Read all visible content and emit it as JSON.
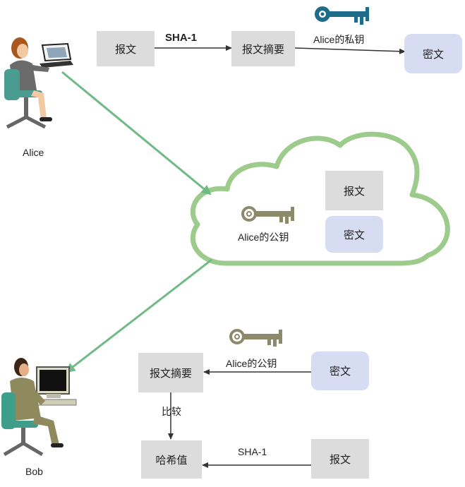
{
  "colors": {
    "accent_green": "#6fba86",
    "cloud_green": "#9ccb8c",
    "box_gray": "#dcdcdc",
    "box_blue": "#d6dcf2",
    "private_key": "#1f6b8a",
    "public_key": "#8c8a6a"
  },
  "people": {
    "alice": {
      "name": "Alice",
      "icon": "person-at-laptop-icon"
    },
    "bob": {
      "name": "Bob",
      "icon": "person-at-computer-icon"
    }
  },
  "sign": {
    "message": "报文",
    "algorithm": "SHA-1",
    "digest": "报文摘要",
    "key_label": "Alice的私钥",
    "key_icon": "private-key-icon",
    "ciphertext": "密文"
  },
  "transit": {
    "message": "报文",
    "ciphertext": "密文",
    "key_label": "Alice的公钥",
    "key_icon": "public-key-icon"
  },
  "verify": {
    "digest": "报文摘要",
    "key_label": "Alice的公钥",
    "key_icon": "public-key-icon",
    "ciphertext": "密文",
    "compare": "比较",
    "hash": "哈希值",
    "algorithm": "SHA-1",
    "message": "报文"
  }
}
